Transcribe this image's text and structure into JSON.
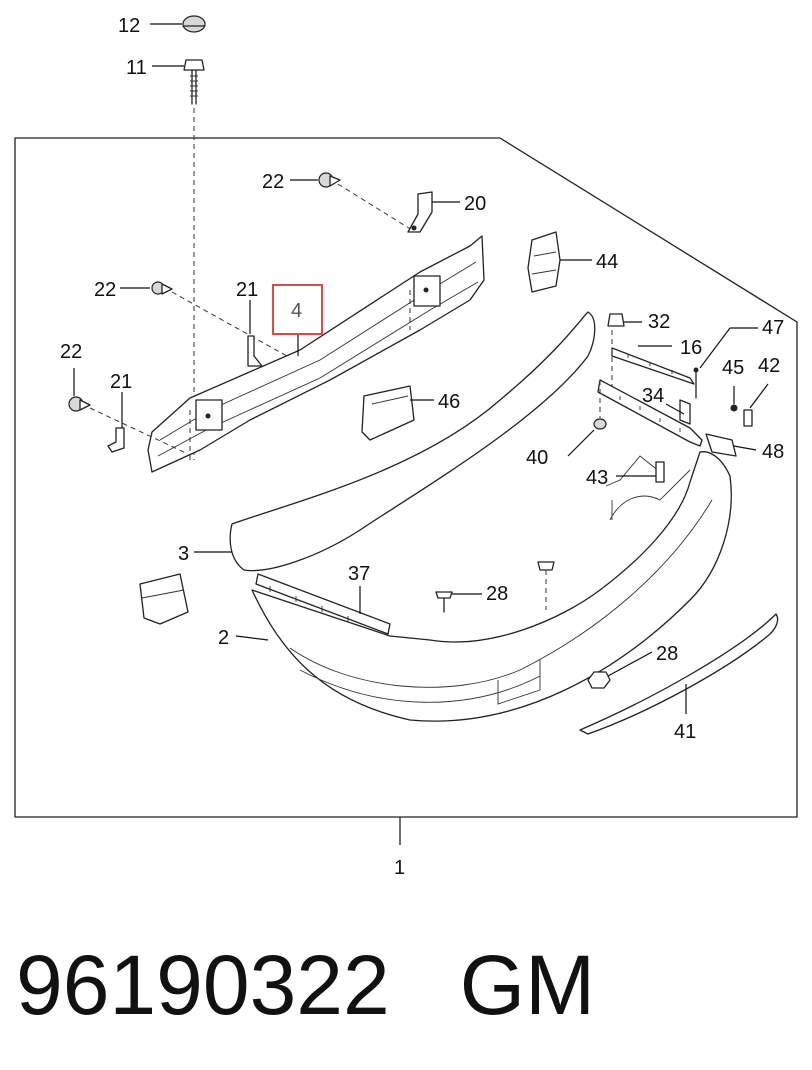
{
  "diagram": {
    "callouts": {
      "c1": "1",
      "c2": "2",
      "c3": "3",
      "c4": "4",
      "c11": "11",
      "c12": "12",
      "c16": "16",
      "c20": "20",
      "c21a": "21",
      "c21b": "21",
      "c22a": "22",
      "c22b": "22",
      "c22c": "22",
      "c28a": "28",
      "c28b": "28",
      "c32": "32",
      "c34": "34",
      "c37": "37",
      "c40": "40",
      "c41": "41",
      "c42": "42",
      "c43": "43",
      "c44": "44",
      "c45": "45",
      "c46": "46",
      "c47": "47",
      "c48": "48"
    },
    "highlighted_callout": "4",
    "highlight_color": "#d94a4a"
  },
  "footer": {
    "part_number": "96190322",
    "brand": "GM"
  }
}
